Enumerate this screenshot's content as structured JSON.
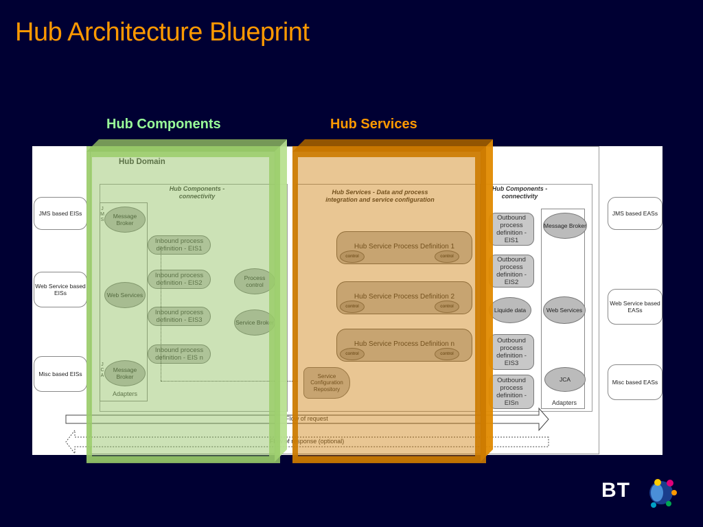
{
  "slide": {
    "title": "Hub Architecture Blueprint",
    "overlay_labels": {
      "components": "Hub Components",
      "services": "Hub Services"
    }
  },
  "colors": {
    "background": "#000033",
    "title": "#ff9900",
    "components_label": "#99ff99",
    "services_label": "#ff9900",
    "green_box": "#8fbf60",
    "orange_box": "#cc7a00"
  },
  "diagram": {
    "hub_domain": "Hub Domain",
    "left_group_title": "Hub Components - connectivity",
    "services_group_title": "Hub Services - Data and process integration and service configuration",
    "right_group_title": "Hub Components - connectivity",
    "left_eis": [
      "JMS based EISs",
      "Web Service based EISs",
      "Misc based EISs"
    ],
    "right_eas": [
      "JMS based EASs",
      "Web Service based EASs",
      "Misc based EASs"
    ],
    "left_adapter_side": {
      "jms": "JMS",
      "jca": "JCA"
    },
    "left_adapters": [
      "Message Broker",
      "Web Services",
      "Message Broker"
    ],
    "left_adapters_label": "Adapters",
    "inbound": [
      "Inbound process definition - EIS1",
      "Inbound process definition - EIS2",
      "Inbound process definition - EIS3",
      "Inbound process definition - EIS n"
    ],
    "process_control": "Process control",
    "service_broker": "Service Broker",
    "service_processes": [
      "Hub Service Process Definition 1",
      "Hub Service Process Definition 2",
      "Hub Service Process Definition n"
    ],
    "control_label": "control",
    "repository": "Service Configuration Repository",
    "outbound": [
      "Outbound process definition - EIS1",
      "Outbound process definition - EIS2",
      "Liquide data",
      "Outbound process definition - EIS3",
      "Outbound process definition - EISn"
    ],
    "right_adapters": [
      "Message Broker",
      "Web Services",
      "JCA"
    ],
    "right_adapters_label": "Adapters",
    "flow_request": "Flow of request",
    "flow_response": "Flow of response (optional)"
  },
  "logo": {
    "text": "BT",
    "icon": "bt-piper-logo-icon"
  }
}
